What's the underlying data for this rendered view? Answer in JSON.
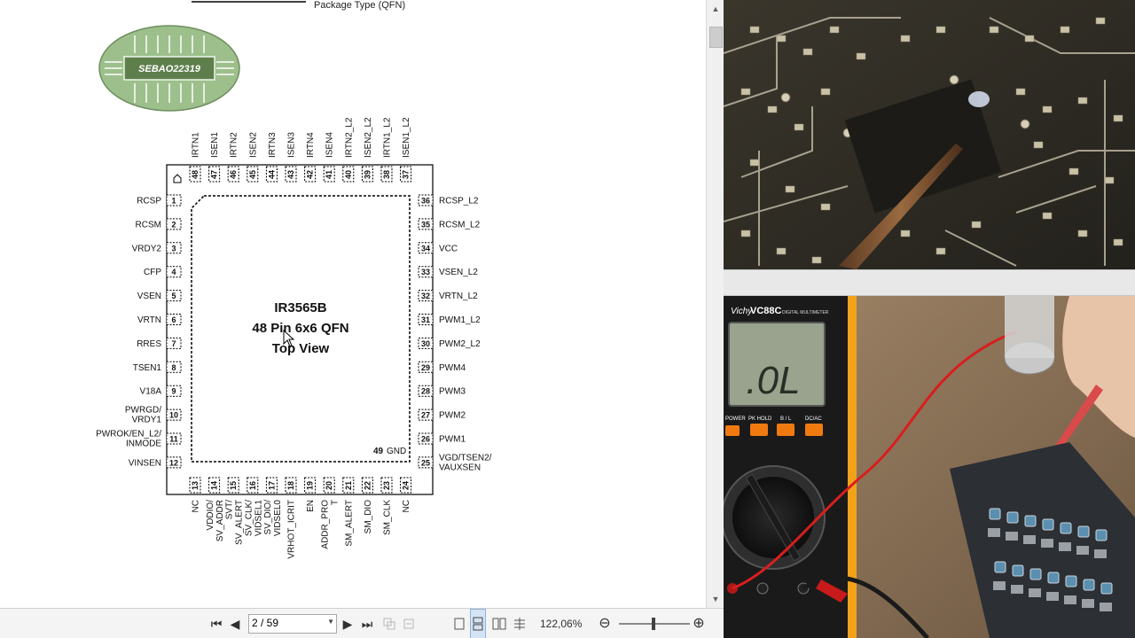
{
  "document": {
    "header_label": "Package Type (QFN)",
    "watermark": "SEBAO22319",
    "chip": {
      "name": "IR3565B",
      "package": "48 Pin 6x6 QFN",
      "view": "Top View",
      "gnd_number": "49",
      "gnd_label": "GND"
    },
    "pins_left": [
      {
        "n": "1",
        "label": [
          "RCSP"
        ]
      },
      {
        "n": "2",
        "label": [
          "RCSM"
        ]
      },
      {
        "n": "3",
        "label": [
          "VRDY2"
        ]
      },
      {
        "n": "4",
        "label": [
          "CFP"
        ]
      },
      {
        "n": "5",
        "label": [
          "VSEN"
        ]
      },
      {
        "n": "6",
        "label": [
          "VRTN"
        ]
      },
      {
        "n": "7",
        "label": [
          "RRES"
        ]
      },
      {
        "n": "8",
        "label": [
          "TSEN1"
        ]
      },
      {
        "n": "9",
        "label": [
          "V18A"
        ]
      },
      {
        "n": "10",
        "label": [
          "PWRGD/",
          "VRDY1"
        ]
      },
      {
        "n": "11",
        "label": [
          "PWROK/EN_L2/",
          "INMODE"
        ]
      },
      {
        "n": "12",
        "label": [
          "VINSEN"
        ]
      }
    ],
    "pins_right": [
      {
        "n": "36",
        "label": [
          "RCSP_L2"
        ]
      },
      {
        "n": "35",
        "label": [
          "RCSM_L2"
        ]
      },
      {
        "n": "34",
        "label": [
          "VCC"
        ]
      },
      {
        "n": "33",
        "label": [
          "VSEN_L2"
        ]
      },
      {
        "n": "32",
        "label": [
          "VRTN_L2"
        ]
      },
      {
        "n": "31",
        "label": [
          "PWM1_L2"
        ]
      },
      {
        "n": "30",
        "label": [
          "PWM2_L2"
        ]
      },
      {
        "n": "29",
        "label": [
          "PWM4"
        ]
      },
      {
        "n": "28",
        "label": [
          "PWM3"
        ]
      },
      {
        "n": "27",
        "label": [
          "PWM2"
        ]
      },
      {
        "n": "26",
        "label": [
          "PWM1"
        ]
      },
      {
        "n": "25",
        "label": [
          "VGD/TSEN2/",
          "VAUXSEN"
        ]
      }
    ],
    "pins_top": [
      {
        "n": "48",
        "label": [
          "IRTN1"
        ]
      },
      {
        "n": "47",
        "label": [
          "ISEN1"
        ]
      },
      {
        "n": "46",
        "label": [
          "IRTN2"
        ]
      },
      {
        "n": "45",
        "label": [
          "ISEN2"
        ]
      },
      {
        "n": "44",
        "label": [
          "IRTN3"
        ]
      },
      {
        "n": "43",
        "label": [
          "ISEN3"
        ]
      },
      {
        "n": "42",
        "label": [
          "IRTN4"
        ]
      },
      {
        "n": "41",
        "label": [
          "ISEN4"
        ]
      },
      {
        "n": "40",
        "label": [
          "IRTN2_L2"
        ]
      },
      {
        "n": "39",
        "label": [
          "ISEN2_L2"
        ]
      },
      {
        "n": "38",
        "label": [
          "IRTN1_L2"
        ]
      },
      {
        "n": "37",
        "label": [
          "ISEN1_L2"
        ]
      }
    ],
    "pins_bottom": [
      {
        "n": "13",
        "label": [
          "NC"
        ]
      },
      {
        "n": "14",
        "label": [
          "VDDIO/",
          "SV_ADDR"
        ]
      },
      {
        "n": "15",
        "label": [
          "SVT/",
          "SV_ALERT"
        ]
      },
      {
        "n": "16",
        "label": [
          "SV_CLK/",
          "VIDSEL1"
        ]
      },
      {
        "n": "17",
        "label": [
          "SV_DIO/",
          "VIDSEL0"
        ]
      },
      {
        "n": "18",
        "label": [
          "VRHOT_ICRIT"
        ]
      },
      {
        "n": "19",
        "label": [
          "EN"
        ]
      },
      {
        "n": "20",
        "label": [
          "ADDR_PRO",
          "T"
        ]
      },
      {
        "n": "21",
        "label": [
          "SM_ALERT"
        ]
      },
      {
        "n": "22",
        "label": [
          "SM_DIO"
        ]
      },
      {
        "n": "23",
        "label": [
          "SM_CLK"
        ]
      },
      {
        "n": "24",
        "label": [
          "NC"
        ]
      }
    ]
  },
  "toolbar": {
    "first_page": "⏮",
    "prev_page": "◀",
    "page_value": "2 / 59",
    "next_page": "▶",
    "last_page": "⏭",
    "zoom_value": "122,06%",
    "zoom_out": "⊖",
    "zoom_in": "⊕"
  },
  "multimeter": {
    "brand": "Vichy",
    "model": "VC88C",
    "subtitle": "DIGITAL MULTIMETER",
    "display": ".0L",
    "power_label": "POWER",
    "buttons": [
      "PK HOLD",
      "B / L",
      "DC/AC"
    ]
  },
  "colors": {
    "board_dark": "#2c2a24",
    "meter_yellow": "#f2a21a",
    "meter_orange": "#f07a10",
    "probe_red": "#d81e1e",
    "pcb_silver": "#9aa0a6"
  }
}
